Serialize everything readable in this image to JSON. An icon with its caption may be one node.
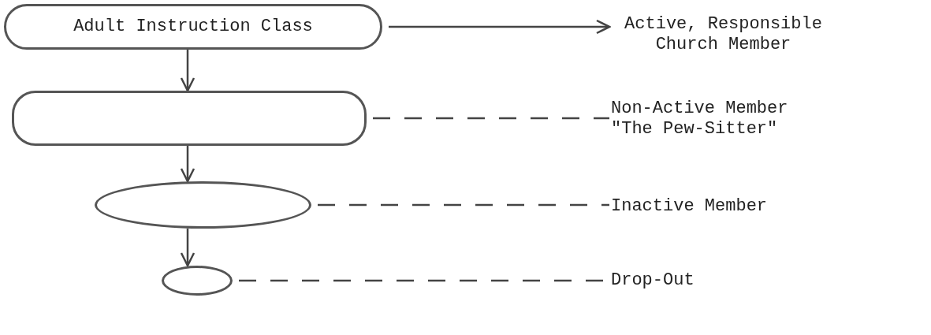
{
  "diagram": {
    "nodes": [
      {
        "text": [
          "Adult Instruction Class"
        ]
      },
      {
        "text": [
          "Active, Responsible Church Member"
        ]
      },
      {
        "text": [],
        "shape": "box"
      },
      {
        "text": [
          "Non-Active Member \"The Pew-Sitter\""
        ]
      },
      {
        "text": [],
        "shape": "oval"
      },
      {
        "text": [
          "Inactive Member"
        ]
      },
      {
        "text": [],
        "shape": "oval"
      },
      {
        "text": [
          "Drop-Out"
        ]
      }
    ],
    "edges": [
      {
        "from": 0,
        "to": 1,
        "arrow": "to"
      },
      {
        "from": 0,
        "to": 2,
        "arrow": "to"
      },
      {
        "from": 2,
        "to": 3,
        "arrow": "none",
        "style": "dashed"
      },
      {
        "from": 2,
        "to": 4,
        "arrow": "to"
      },
      {
        "from": 4,
        "to": 5,
        "arrow": "none",
        "style": "dashed"
      },
      {
        "from": 4,
        "to": 6,
        "arrow": "to"
      },
      {
        "from": 6,
        "to": 7,
        "arrow": "none",
        "style": "dashed"
      }
    ]
  }
}
